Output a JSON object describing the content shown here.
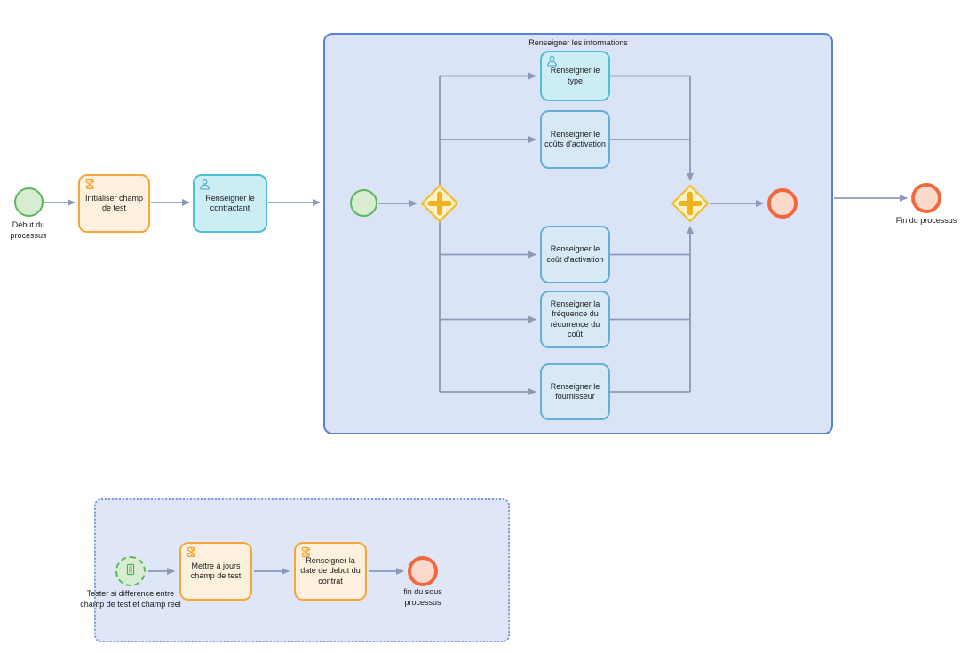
{
  "diagram": {
    "main": {
      "start_label": "Début du processus",
      "task_init": "Initialiser champ de test",
      "task_contractant": "Renseigner le contractant",
      "end_label": "Fin du processus"
    },
    "sub_info": {
      "title": "Renseigner les informations",
      "tasks": [
        {
          "label": "Renseigner le type"
        },
        {
          "label": "Renseigner le coûts d'activation"
        },
        {
          "label": "Renseigner le coût d'activation"
        },
        {
          "label": "Renseigner la fréquence du récurrence du coût"
        },
        {
          "label": "Renseigner le fournisseur"
        }
      ]
    },
    "sub_test": {
      "start_label": "Tester si difference entre champ de test et champ reel",
      "task_update": "Mettre à jours champ de test",
      "task_date": "Renseigner la date de debut du contrat",
      "end_label": "fin du sous processus"
    },
    "colors": {
      "task_orange_border": "#f5a63b",
      "task_orange_fill": "#fdf0dc",
      "task_cyan_border": "#4cc0d8",
      "task_cyan_fill": "#cdedf5",
      "task_blue_border": "#64aed8",
      "task_blue_fill": "#d6e9f5",
      "event_start_border": "#5db75d",
      "event_start_fill": "#d8ecd2",
      "event_end_border": "#f2673d",
      "event_end_fill": "#fbdacb",
      "gateway_border": "#efbf2a",
      "gateway_fill": "#fcf1cb",
      "gateway_plus": "#efb31d",
      "subprocess_fill": "#dbe4f6",
      "subprocess_border": "#5b82d8",
      "connector": "#8a9bb8"
    }
  }
}
